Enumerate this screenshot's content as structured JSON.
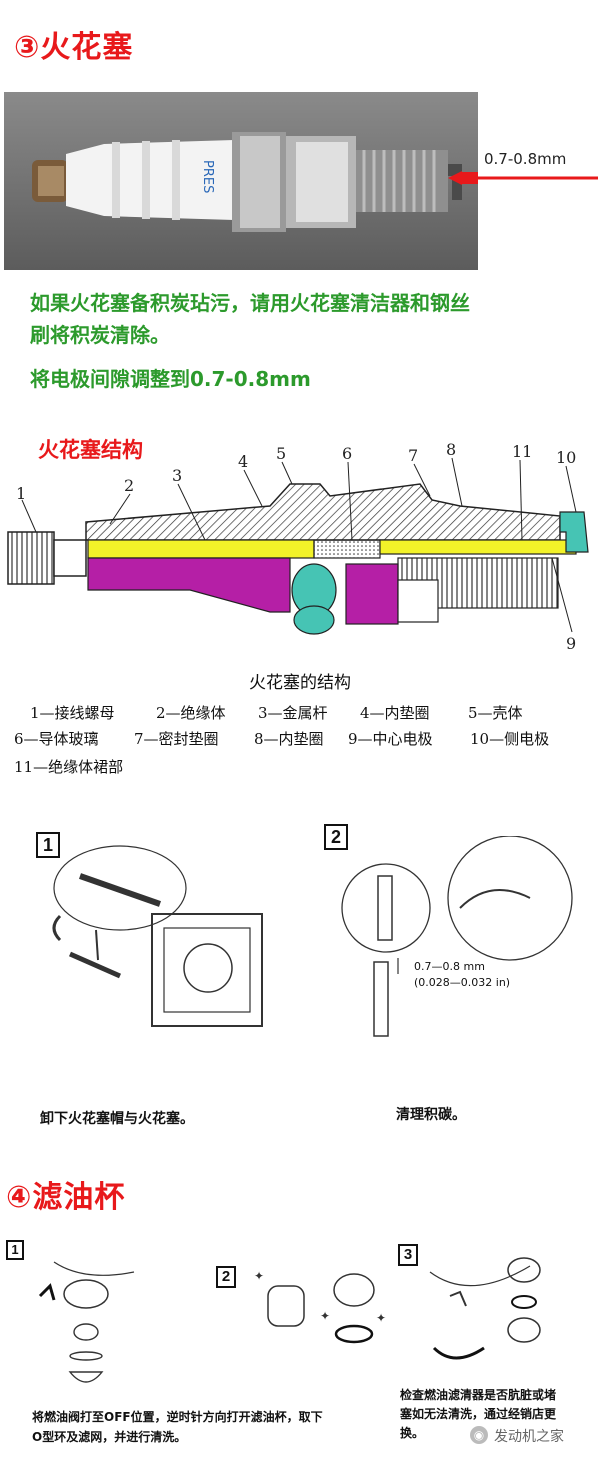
{
  "spark_plug_section": {
    "title": "③火花塞",
    "photo_gap_label": "0.7-0.8mm",
    "brand_text": "PRES",
    "instructions": [
      "如果火花塞备积炭玷污，请用火花塞清洁器和钢丝",
      "刷将积炭清除。",
      "将电极间隙调整到0.7-0.8mm"
    ]
  },
  "structure_section": {
    "title": "火花塞结构",
    "part_numbers": [
      "1",
      "2",
      "3",
      "4",
      "5",
      "6",
      "7",
      "8",
      "11",
      "10",
      "9"
    ],
    "caption": "火花塞的结构",
    "legend_rows": [
      [
        "1—接线螺母",
        "2—绝缘体",
        "3—金属杆",
        "4—内垫圈",
        "5—壳体"
      ],
      [
        "6—导体玻璃",
        "7—密封垫圈",
        "8—内垫圈",
        "9—中心电极",
        "10—侧电极"
      ],
      [
        "11—绝缘体裙部"
      ]
    ],
    "colors": {
      "yellow": "#f2f229",
      "magenta": "#b51fa6",
      "teal": "#46c4b4",
      "hatch": "#444444"
    }
  },
  "removal_steps": [
    {
      "number": "1",
      "caption": "卸下火花塞帽与火花塞。"
    },
    {
      "number": "2",
      "caption": "清理积碳。",
      "gap_mm": "0.7—0.8 mm",
      "gap_in": "(0.028—0.032 in)"
    }
  ],
  "fuel_cup_section": {
    "title": "④滤油杯",
    "steps": [
      {
        "number": "1"
      },
      {
        "number": "2"
      },
      {
        "number": "3"
      }
    ],
    "caption_left": [
      "将燃油阀打至OFF位置，逆时针方向打开滤油杯，取下",
      "O型环及滤网，并进行清洗。"
    ],
    "caption_right": [
      "检查燃油滤清器是否肮脏或堵",
      "塞如无法清洗，通过经销店更",
      "换。"
    ]
  },
  "watermark": {
    "text": "发动机之家"
  }
}
